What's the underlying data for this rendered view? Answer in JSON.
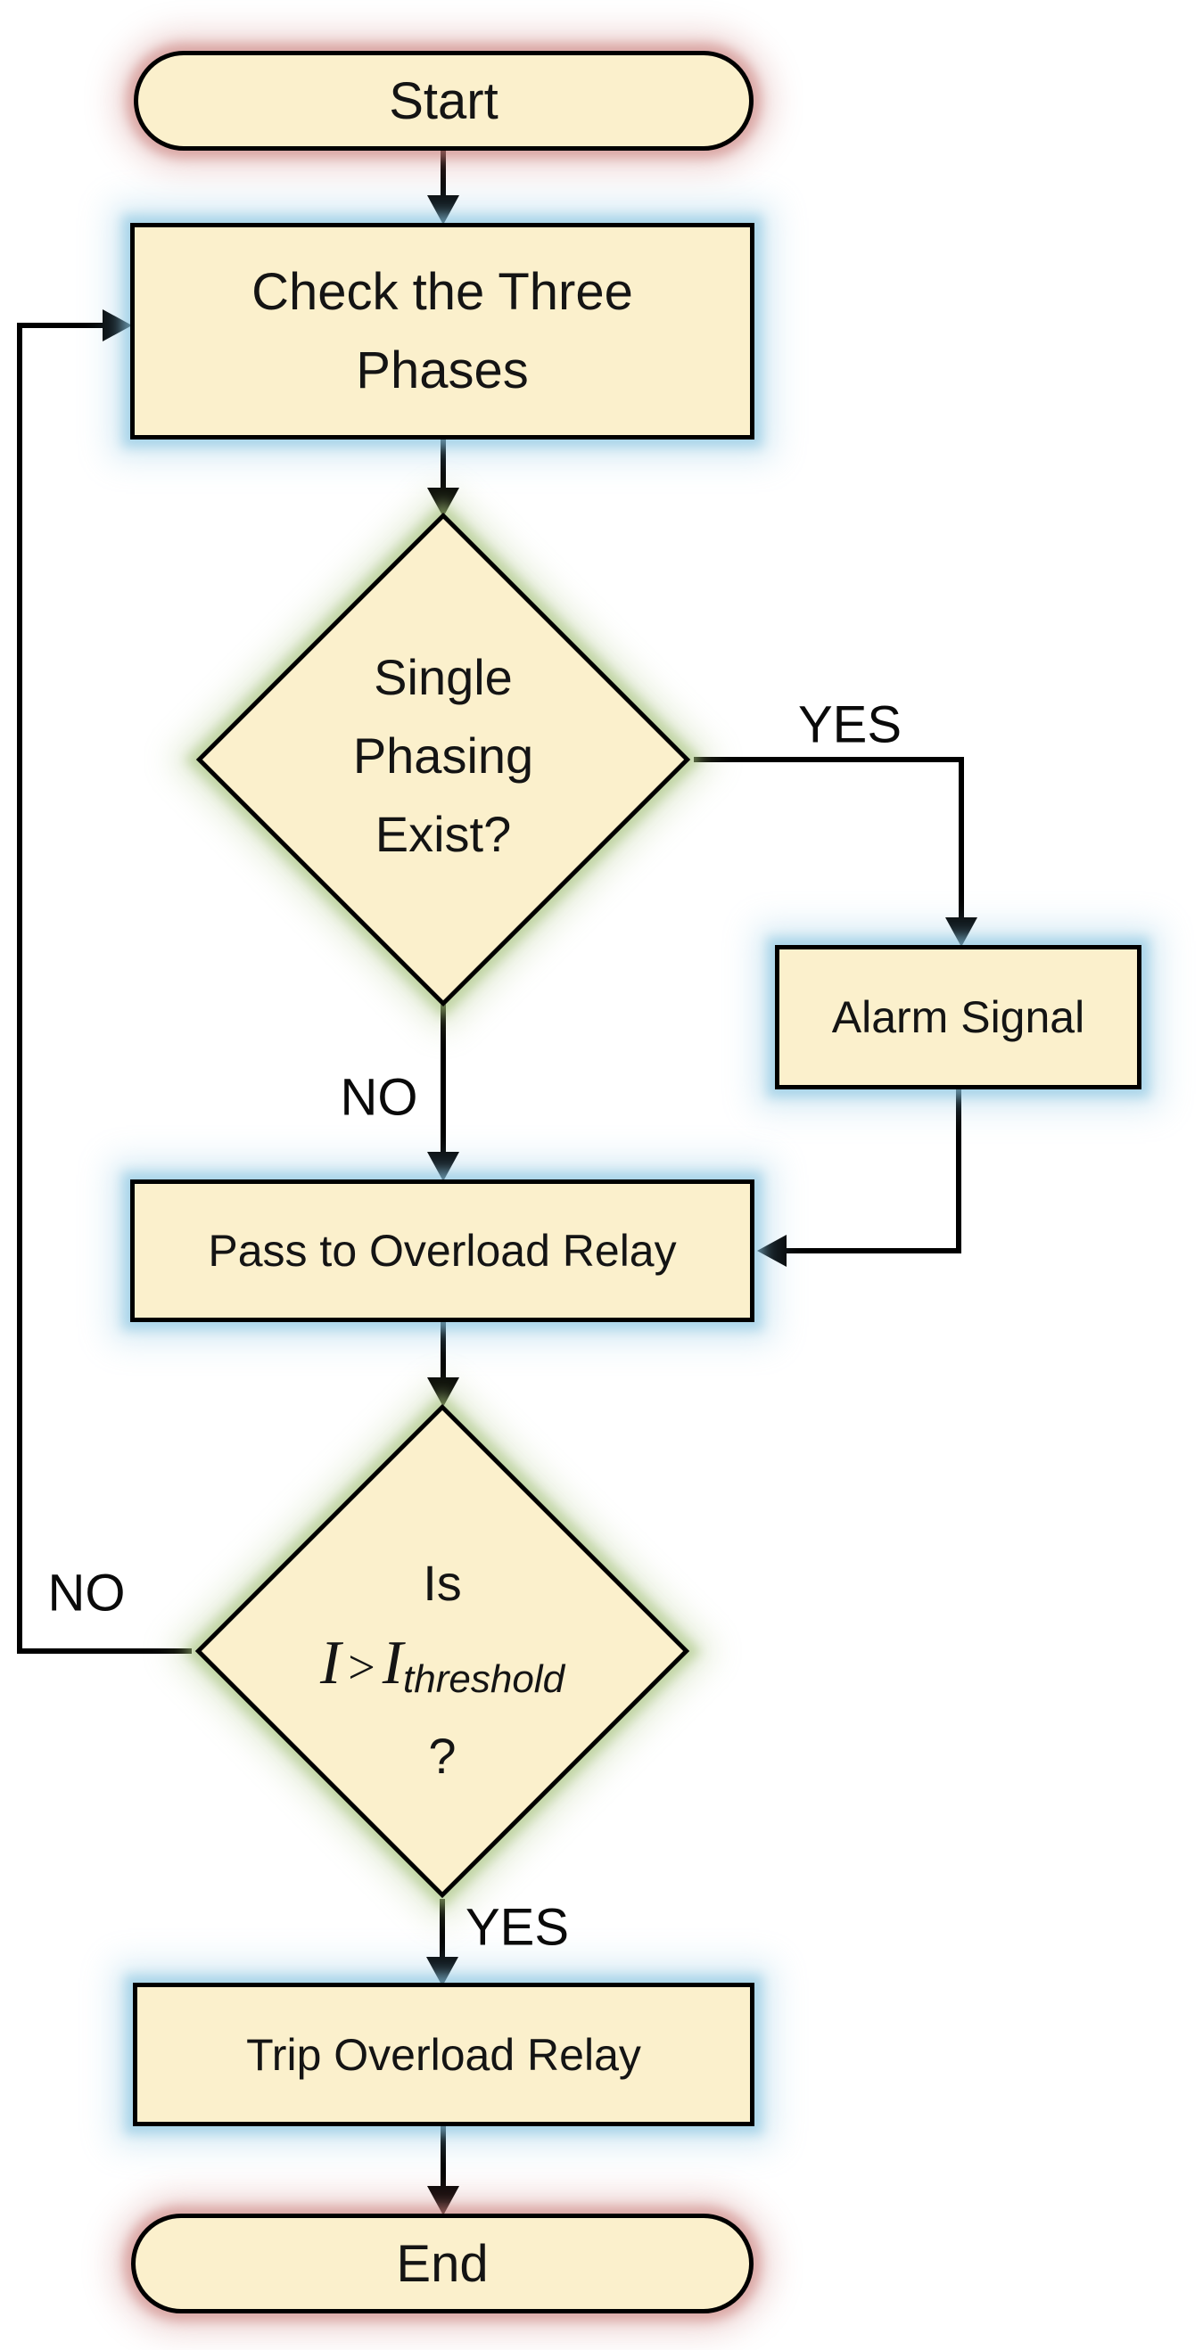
{
  "diagram": {
    "type": "flowchart",
    "colors": {
      "background": "#FFFFFF",
      "node_fill": "#FBF0CC",
      "node_stroke": "#000000",
      "connector": "#000000",
      "glow_terminator_red": "#CB7F7C",
      "glow_process_blue": "#89C4E1",
      "glow_decision_green": "#A4C17A"
    },
    "nodes": {
      "start": {
        "type": "terminator",
        "label": "Start"
      },
      "check": {
        "type": "process",
        "label": "Check the Three Phases"
      },
      "decision1": {
        "type": "decision",
        "label": "Single Phasing Exist?"
      },
      "alarm": {
        "type": "process",
        "label": "Alarm Signal"
      },
      "pass": {
        "type": "process",
        "label": "Pass to Overload Relay"
      },
      "decision2": {
        "type": "decision",
        "line1": "Is",
        "formula": {
          "i1": "I",
          "gt": ">",
          "i2": "I",
          "sub": "threshold"
        },
        "line3": "?"
      },
      "trip": {
        "type": "process",
        "label": "Trip Overload Relay"
      },
      "end": {
        "type": "terminator",
        "label": "End"
      }
    },
    "edge_labels": {
      "decision1_yes": "YES",
      "decision1_no": "NO",
      "decision2_no": "NO",
      "decision2_yes": "YES"
    }
  }
}
